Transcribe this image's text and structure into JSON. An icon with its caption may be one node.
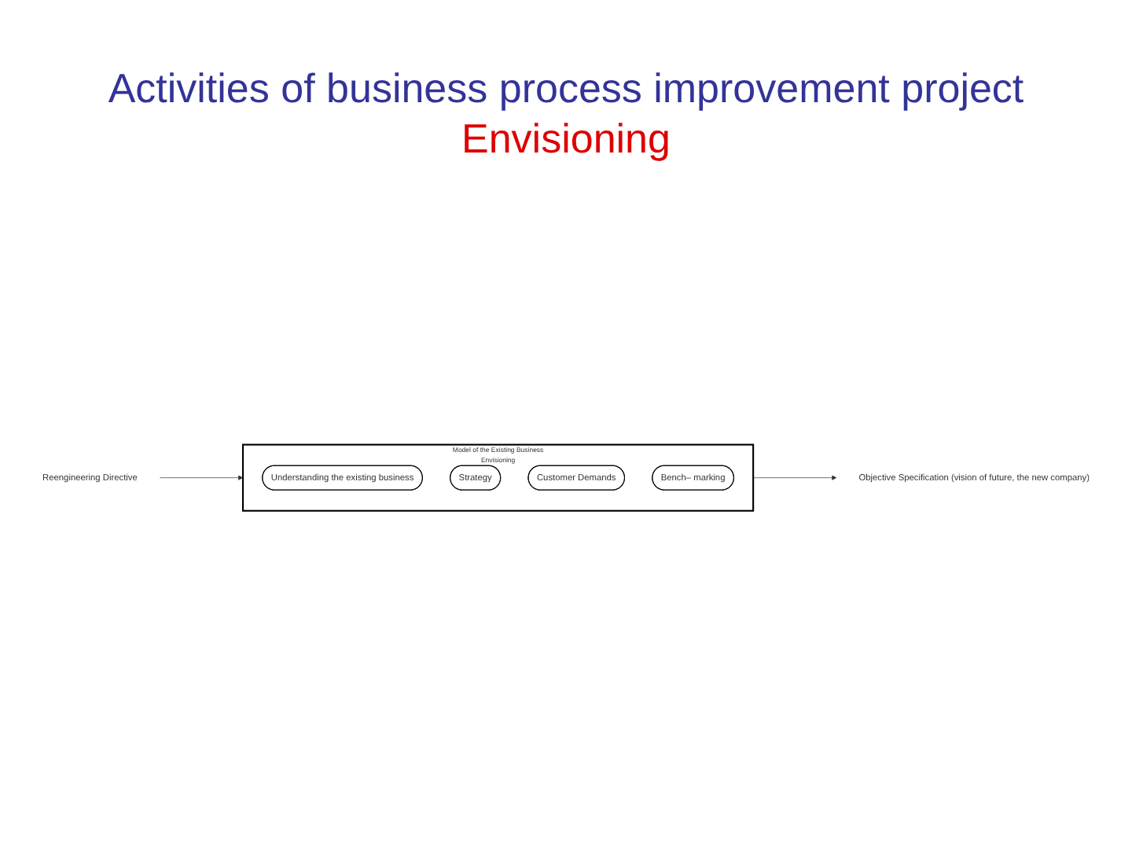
{
  "diagram": {
    "title": "Activities of business process improvement project",
    "nodes": [
      {
        "text": [
          "Reengineering Directive"
        ]
      },
      {
        "text": [
          "Model of the Existing Business",
          "Envisioning"
        ]
      },
      {
        "text": [
          "Understanding the existing business"
        ],
        "in": 1
      },
      {
        "text": [
          "Strategy"
        ],
        "in": 1
      },
      {
        "text": [
          "Customer Demands"
        ],
        "in": 1
      },
      {
        "text": [
          "Bench– marking"
        ],
        "in": 1
      },
      {
        "text": [
          "Objective Specification (vision of future, the new company)"
        ]
      }
    ],
    "edges": [
      {
        "from": 0,
        "to": 1,
        "arrow": "to"
      },
      {
        "from": 1,
        "to": 6,
        "arrow": "to"
      }
    ],
    "labels": [
      "Envisioning"
    ]
  }
}
